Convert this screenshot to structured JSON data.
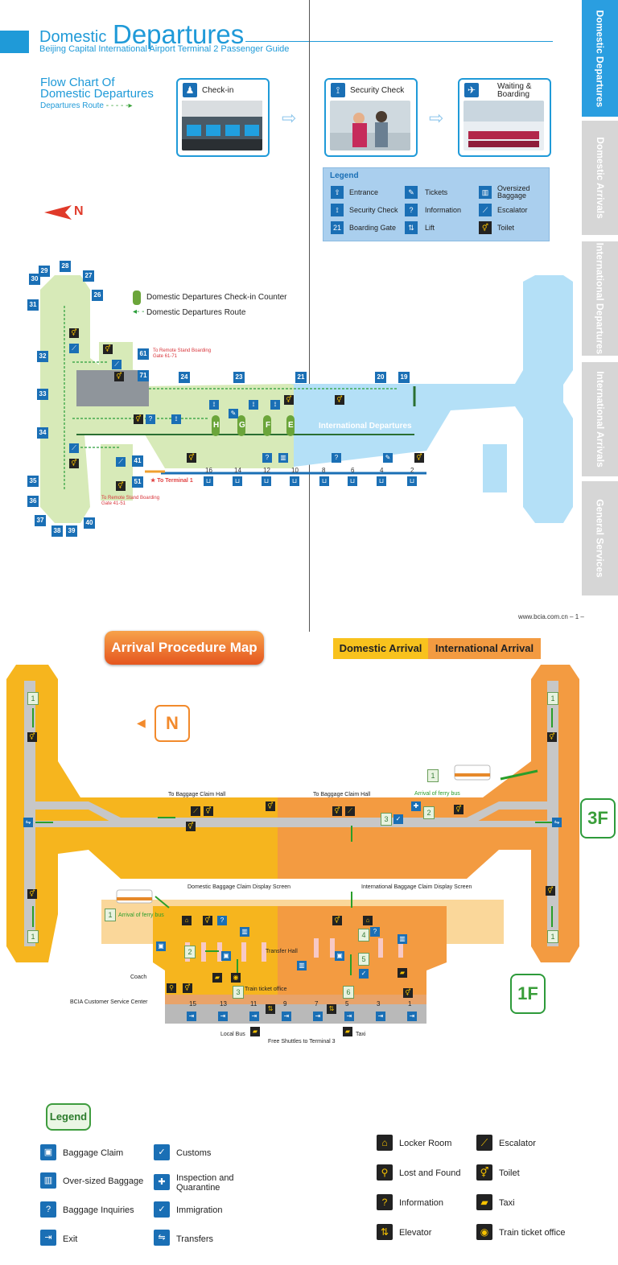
{
  "header": {
    "title_small": "Domestic",
    "title_big": "Departures",
    "subtitle": "Beijing Capital International Airport Terminal 2 Passenger Guide"
  },
  "side_tabs": [
    {
      "label": "Domestic Departures",
      "active": true
    },
    {
      "label": "Domestic Arrivals",
      "active": false
    },
    {
      "label": "International Departures",
      "active": false
    },
    {
      "label": "International  Arrivals",
      "active": false
    },
    {
      "label": "General Services",
      "active": false
    }
  ],
  "flow": {
    "title_line1": "Flow Chart Of",
    "title_line2": "Domestic Departures",
    "route_label": "Departures Route",
    "steps": [
      {
        "label": "Check-in",
        "icon": "check-in-icon"
      },
      {
        "label": "Security Check",
        "icon": "security-icon"
      },
      {
        "label": "Waiting &",
        "label2": "Boarding",
        "icon": "boarding-icon"
      }
    ]
  },
  "legend1": {
    "title": "Legend",
    "items": [
      {
        "label": "Entrance",
        "icon": "entrance-icon"
      },
      {
        "label": "Tickets",
        "icon": "tickets-icon"
      },
      {
        "label": "Oversized",
        "label2": "Baggage",
        "icon": "oversized-baggage-icon"
      },
      {
        "label": "Security Check",
        "icon": "security-icon"
      },
      {
        "label": "Information",
        "icon": "information-icon"
      },
      {
        "label": "Escalator",
        "icon": "escalator-icon"
      },
      {
        "label": "Boarding Gate",
        "icon_text": "21"
      },
      {
        "label": "Lift",
        "icon": "lift-icon"
      },
      {
        "label": "Toilet",
        "icon": "toilet-icon"
      }
    ]
  },
  "departures_map": {
    "north": "N",
    "key_counter": "Domestic Departures Check-in Counter",
    "key_route": "Domestic Departures Route",
    "remote_61_71": "To Remote Stand Boarding Gate 61-71",
    "remote_41_51": "To Remote Stand Boarding Gate 41-51",
    "to_terminal1": "To Terminal 1",
    "intl_departures": "International Departures",
    "counters": [
      "H",
      "G",
      "F",
      "E"
    ],
    "gates": [
      "28",
      "29",
      "30",
      "27",
      "26",
      "31",
      "32",
      "33",
      "34",
      "35",
      "36",
      "37",
      "38",
      "39",
      "40",
      "61",
      "71",
      "41",
      "51",
      "24",
      "23",
      "21",
      "20",
      "19"
    ],
    "bottom_gates": [
      "16",
      "14",
      "12",
      "10",
      "8",
      "6",
      "4",
      "2"
    ]
  },
  "page_footer": {
    "url": "www.bcia.com.cn",
    "page": "– 1 –"
  },
  "arrival": {
    "title": "Arrival Procedure Map",
    "domestic": "Domestic Arrival",
    "international": "International Arrival",
    "north": "N",
    "floor_3f": "3F",
    "floor_1f": "1F",
    "labels": {
      "to_baggage_1": "To Baggage Claim Hall",
      "to_baggage_2": "To Baggage Claim Hall",
      "ferry_bus_1": "Arrival of ferry bus",
      "ferry_bus_2": "Arrival of ferry bus",
      "dom_screen": "Domestic Baggage Claim Display Screen",
      "int_screen": "International Baggage Claim Display Screen",
      "transfer_hall": "Transfer Hall",
      "coach": "Coach",
      "service_center": "BCIA Customer Service Center",
      "train_ticket": "Train ticket office",
      "local_bus": "Local Bus",
      "taxi": "Taxi",
      "shuttles": "Free Shuttles to Terminal 3"
    },
    "exits": [
      "15",
      "13",
      "11",
      "9",
      "7",
      "5",
      "3",
      "1"
    ],
    "steps_numbers": [
      "1",
      "2",
      "3",
      "4",
      "5",
      "6"
    ]
  },
  "legend2": {
    "title": "Legend",
    "items_left": [
      {
        "label": "Baggage Claim",
        "icon": "baggage-claim-icon"
      },
      {
        "label": "Over-sized Baggage",
        "icon": "oversized-baggage-icon"
      },
      {
        "label": "Baggage Inquiries",
        "icon": "baggage-inquiries-icon"
      },
      {
        "label": "Exit",
        "icon": "exit-icon"
      }
    ],
    "items_mid": [
      {
        "label": "Customs",
        "icon": "customs-icon"
      },
      {
        "label": "Inspection and",
        "label2": "Quarantine",
        "icon": "inspection-icon"
      },
      {
        "label": "Immigration",
        "icon": "immigration-icon"
      },
      {
        "label": "Transfers",
        "icon": "transfers-icon"
      }
    ],
    "items_right1": [
      {
        "label": "Locker Room",
        "icon": "locker-icon"
      },
      {
        "label": "Lost and Found",
        "icon": "lost-found-icon"
      },
      {
        "label": "Information",
        "icon": "information-icon"
      },
      {
        "label": "Elevator",
        "icon": "elevator-icon"
      }
    ],
    "items_right2": [
      {
        "label": "Escalator",
        "icon": "escalator-icon"
      },
      {
        "label": "Toilet",
        "icon": "toilet-icon"
      },
      {
        "label": "Taxi",
        "icon": "taxi-icon"
      },
      {
        "label": "Train ticket office",
        "icon": "train-icon"
      }
    ]
  }
}
